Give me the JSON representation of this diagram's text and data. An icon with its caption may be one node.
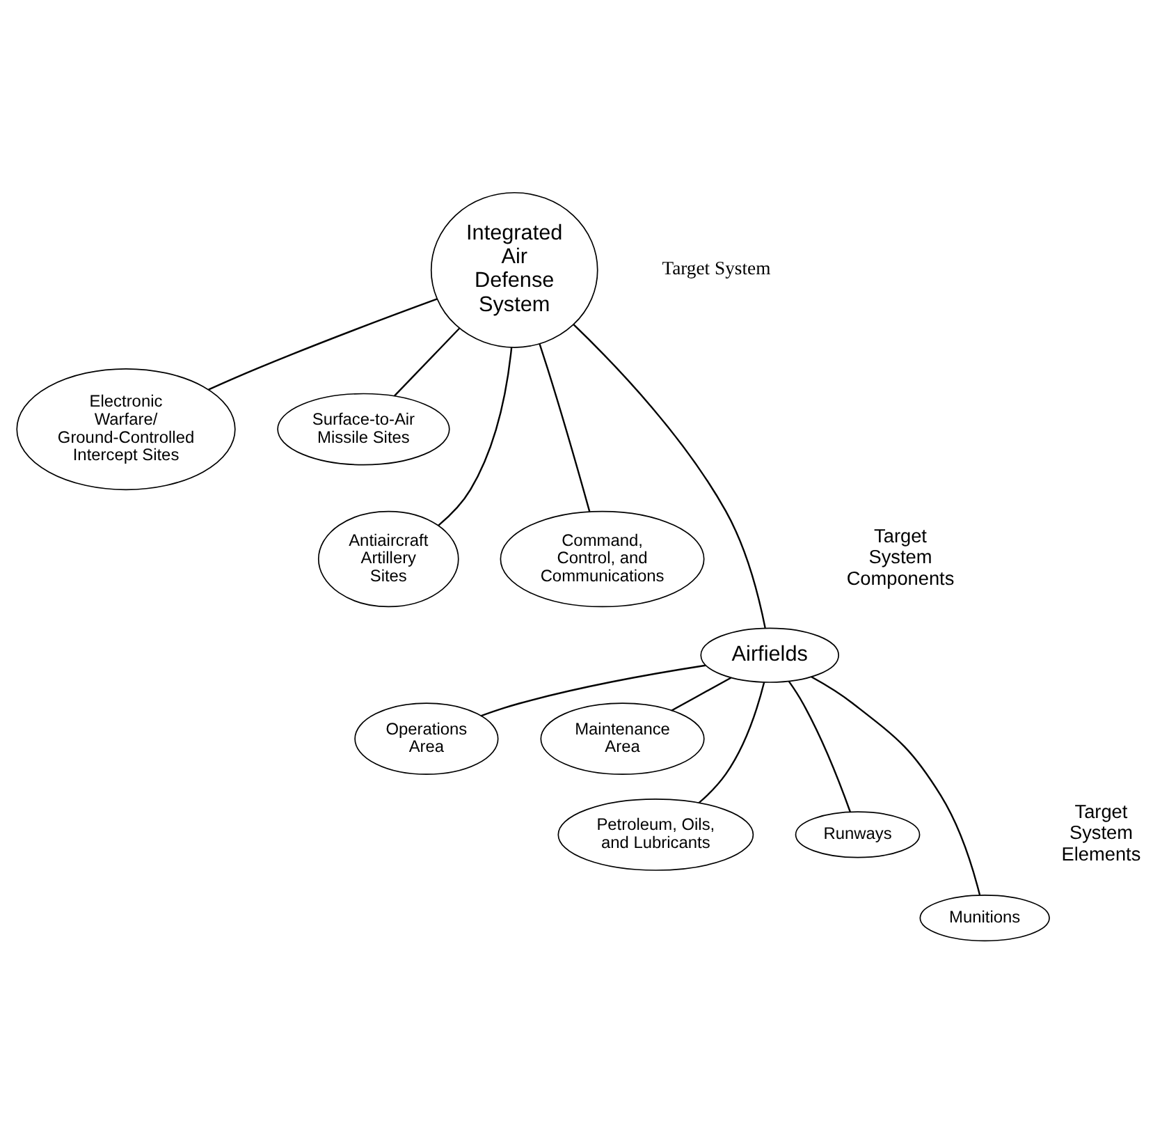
{
  "diagram": {
    "nodes": [
      {
        "text": [
          "Integrated Air Defense System"
        ]
      },
      {
        "text": [
          "Electronic Warfare/ Ground-Controlled Intercept Sites"
        ]
      },
      {
        "text": [
          "Surface-to-Air Missile Sites"
        ]
      },
      {
        "text": [
          "Antiaircraft Artillery Sites"
        ]
      },
      {
        "text": [
          "Command, Control, and Communications"
        ]
      },
      {
        "text": [
          "Airfields"
        ]
      },
      {
        "text": [
          "Operations Area"
        ]
      },
      {
        "text": [
          "Maintenance Area"
        ]
      },
      {
        "text": [
          "Petroleum, Oils, and Lubricants"
        ]
      },
      {
        "text": [
          "Runways"
        ]
      },
      {
        "text": [
          "Munitions"
        ]
      }
    ],
    "edges": [
      {
        "from": 0,
        "to": 1,
        "arrow": "none"
      },
      {
        "from": 0,
        "to": 2,
        "arrow": "none"
      },
      {
        "from": 0,
        "to": 3,
        "arrow": "none"
      },
      {
        "from": 0,
        "to": 4,
        "arrow": "none"
      },
      {
        "from": 0,
        "to": 5,
        "arrow": "none"
      },
      {
        "from": 5,
        "to": 6,
        "arrow": "none"
      },
      {
        "from": 5,
        "to": 7,
        "arrow": "none"
      },
      {
        "from": 5,
        "to": 8,
        "arrow": "none"
      },
      {
        "from": 5,
        "to": 9,
        "arrow": "none"
      },
      {
        "from": 5,
        "to": 10,
        "arrow": "none"
      }
    ],
    "labels": [
      "Target System",
      "Target System Components",
      "Target System Elements"
    ]
  }
}
